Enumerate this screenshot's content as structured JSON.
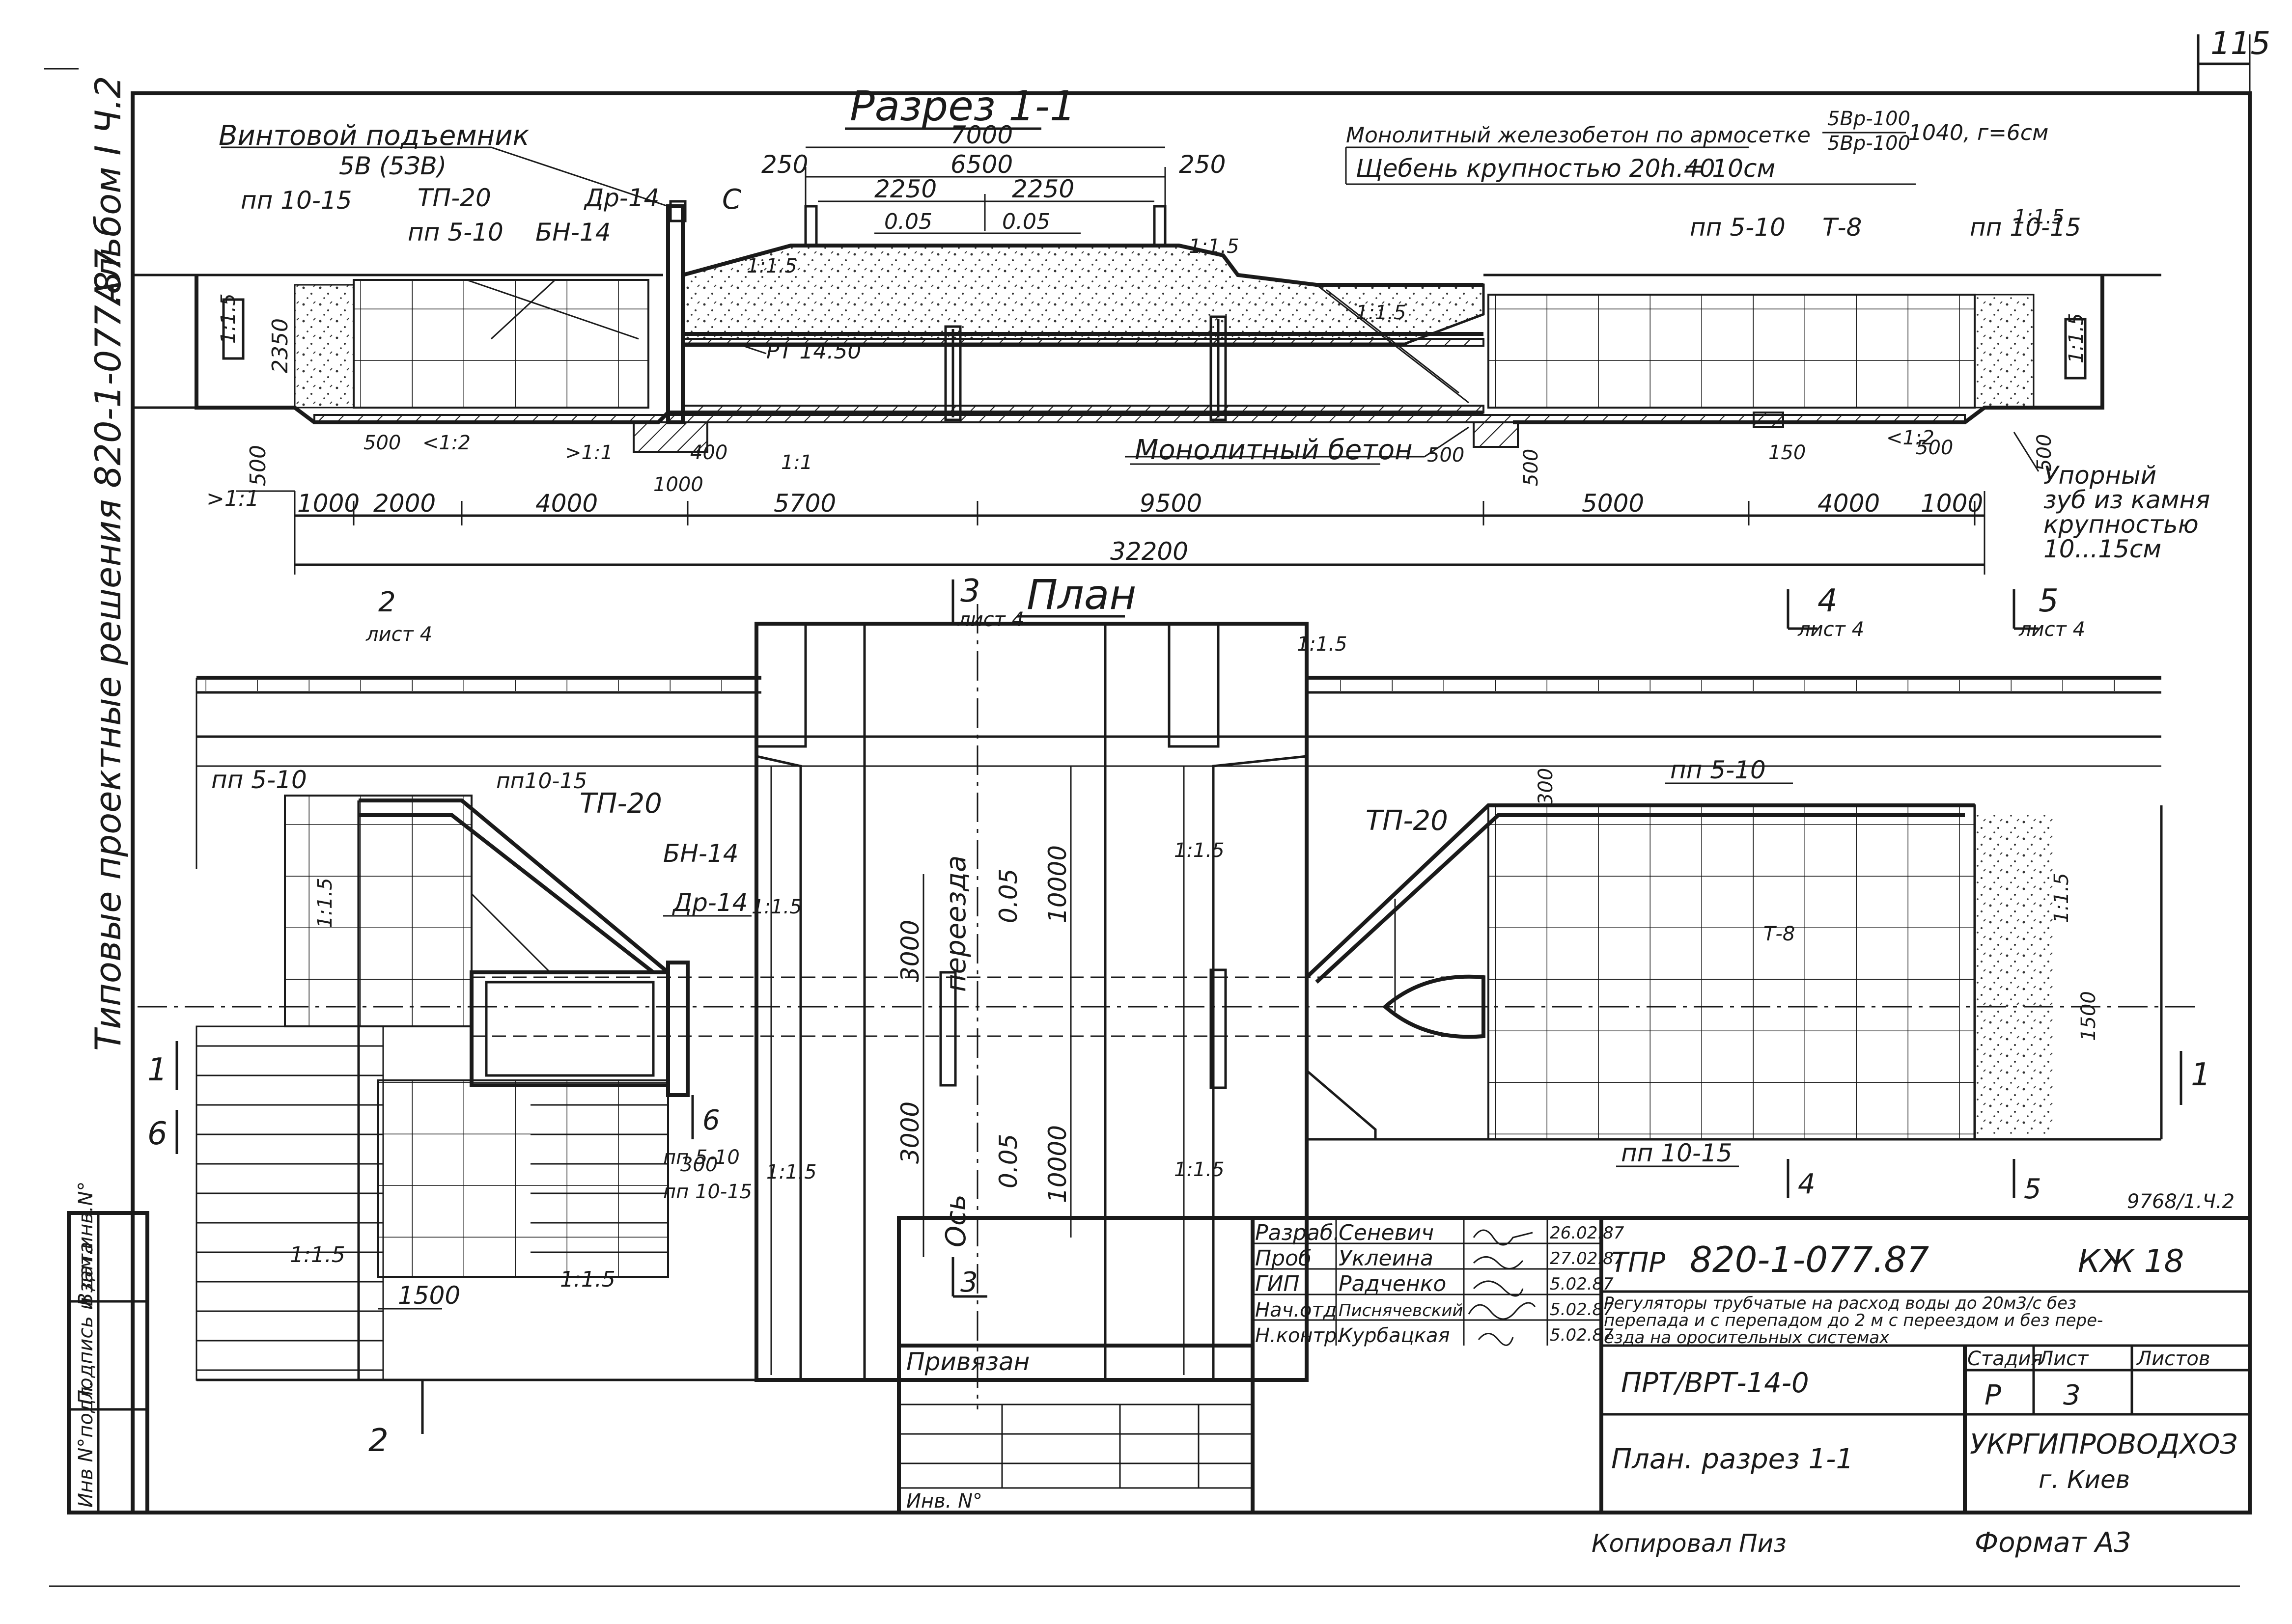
{
  "sheet": {
    "page_number": "115",
    "album_side": "Альбом Ⅰ Ч.2",
    "series_side": "Типовые проектные решения 820-1-077.87",
    "inventory_code": "9768/1.Ч.2",
    "copied_by": "Копировал",
    "copied_sign": "Пиз",
    "format": "Формат А3"
  },
  "section": {
    "title": "Разрез 1-1",
    "lift_label": "Винтовой подъемник",
    "lift_mark": "5В (5ЗВ)",
    "concrete_note_1": "Монолитный железобетон по армосетке",
    "mesh_top": "5Вр-100",
    "mesh_bottom": "5Вр-100",
    "mesh_tail": "1040, г=6см",
    "gravel_note": "Щебень крупностью 20...40",
    "gravel_h": "h = 10см",
    "monolith_label": "Монолитный бетон",
    "stop_label_1": "Упорный",
    "stop_label_2": "зуб из камня",
    "stop_label_3": "крупностью",
    "stop_label_4": "10...15см",
    "pipe_label": "РТ 14.50",
    "letter_c": "С",
    "marks": {
      "pp10_15_left": "пп 10-15",
      "pp5_10_left": "пп 5-10",
      "tp20": "ТП-20",
      "dr14": "Др-14",
      "bn14": "БН-14",
      "pp5_10_right": "пп 5-10",
      "t8": "Т-8",
      "pp10_15_right": "пп 10-15"
    },
    "slopes": {
      "s1": "1:1.5",
      "s2": "1:1.5",
      "s3": "1:1.5",
      "s4": "1:1.5",
      "s5": "1:1.5",
      "s6": ">1:1",
      "s7": "<1:2",
      "s8": ">1:1",
      "s9": "1:1",
      "s10": "<1:2",
      "s11": "1:1.5"
    },
    "dims": {
      "d7000": "7000",
      "d6500": "6500",
      "d250a": "250",
      "d250b": "250",
      "d2250a": "2250",
      "d2250b": "2250",
      "g1": "0.05",
      "g2": "0.05",
      "d2350": "2350",
      "d500v": "500",
      "d500a": "500",
      "d400": "400",
      "d1000c": "1000",
      "d500b": "500",
      "d500c": "500",
      "d150": "150",
      "d500d": "500",
      "d500e": "500",
      "c1000a": "1000",
      "c2000": "2000",
      "c4000a": "4000",
      "c5700": "5700",
      "c9500": "9500",
      "c5000": "5000",
      "c4000b": "4000",
      "c1000b": "1000",
      "total": "32200"
    }
  },
  "plan": {
    "title": "План",
    "cut3_top": "3",
    "cut3_sheet": "лист 4",
    "cut4_top": "4",
    "cut4_sheet": "лист 4",
    "cut5_top": "5",
    "cut5_sheet": "лист 4",
    "cut2_top": "2",
    "cut2_sheet": "лист 4",
    "cut1_left": "1",
    "cut6_left": "6",
    "cut1_right": "1",
    "cut6_mid": "6",
    "cut4_bottom": "4",
    "cut5_bottom": "5",
    "cut3_bottom": "3",
    "cut2_bottom": "2",
    "crossing_axis": "переезда",
    "axis_label": "Ось",
    "grade_top": "0.05",
    "grade_bottom": "0.05",
    "d3000a": "3000",
    "d3000b": "3000",
    "d10000a": "10000",
    "d10000b": "10000",
    "d300a": "300",
    "d300b": "300",
    "d1500a": "1500",
    "d1500b": "1500",
    "marks": {
      "pp5_10_a": "пп 5-10",
      "pp10_15_a": "пп10-15",
      "tp20_a": "ТП-20",
      "bn14": "БН-14",
      "dr14": "Др-14",
      "pp5_10_b": "пп 5-10",
      "pp10_15_b": "пп 10-15",
      "tp20_b": "ТП-20",
      "pp5_10_c": "пп 5-10",
      "t8": "Т-8",
      "pp10_15_c": "пп 10-15"
    },
    "slopes": {
      "a": "1:1.5",
      "b": "1:1.5",
      "c": "1:1.5",
      "d": "1:1.5",
      "e": "1:1.5",
      "f": "1:1.5",
      "g": "1:1.5",
      "h": "1:1.5",
      "i": "1:1.5"
    }
  },
  "title_block": {
    "rows": [
      {
        "role": "Разраб.",
        "name": "Сеневич",
        "date": "26.02.87"
      },
      {
        "role": "Проб",
        "name": "Уклеина",
        "date": "27.02.87"
      },
      {
        "role": "ГИП",
        "name": "Радченко",
        "date": "5.02.87"
      },
      {
        "role": "Нач.отд",
        "name": "Писнячевский",
        "date": "5.02.87"
      },
      {
        "role": "Н.контр.",
        "name": "Курбацкая",
        "date": "5.02.87"
      }
    ],
    "project_prefix": "ТПР",
    "project_code": "820-1-077.87",
    "sheet_mark": "КЖ 18",
    "desc_line1": "Регуляторы трубчатые на расход воды до 20м3/с без",
    "desc_line2": "перепада и с перепадом до 2 м с переездом и без пере-",
    "desc_line3": "езда на оросительных системах",
    "bound": "Привязан",
    "inv_no": "Инв. N°",
    "drawing_code": "ПРТ/ВРТ-14-0",
    "drawing_name": "План. разрез 1-1",
    "stage_h": "Стадия",
    "sheet_h": "Лист",
    "sheets_h": "Листов",
    "stage": "Р",
    "sheet": "3",
    "sheets": "",
    "org": "УКРГИПРОВОДХОЗ",
    "city": "г. Киев",
    "left_strip": {
      "c1": "Взам.инв.N°",
      "c2": "Подпись и дата",
      "c3": "Инв N°подл."
    }
  }
}
